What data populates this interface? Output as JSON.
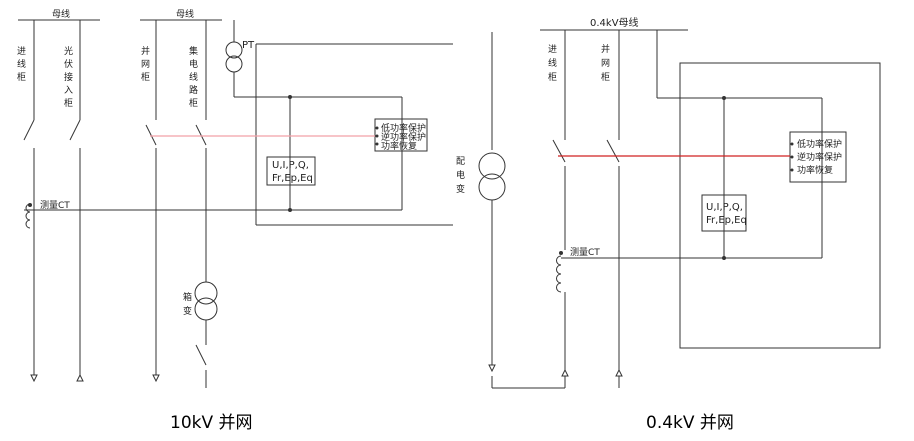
{
  "left": {
    "busbar_label": "母线",
    "busbar_label_2": "母线",
    "cabinets": {
      "incoming": [
        "进",
        "线",
        "柜"
      ],
      "pv": [
        "光",
        "伏",
        "接",
        "入",
        "柜"
      ],
      "grid": [
        "并",
        "网",
        "柜"
      ],
      "collector": [
        "集",
        "电",
        "线",
        "路",
        "柜"
      ]
    },
    "pt_label": "PT",
    "ct_label": "测量CT",
    "measure": [
      "U,I,P,Q,",
      "Fr,Ep,Eq"
    ],
    "protections": [
      "低功率保护",
      "逆功率保护",
      "功率恢复"
    ],
    "box_transformer": [
      "箱",
      "变"
    ],
    "dist_transformer": [
      "配",
      "电",
      "变"
    ],
    "caption": "10kV 并网"
  },
  "right": {
    "busbar_label": "0.4kV母线",
    "cabinets": {
      "incoming": [
        "进",
        "线",
        "柜"
      ],
      "grid": [
        "并",
        "网",
        "柜"
      ]
    },
    "ct_label": "测量CT",
    "measure": [
      "U,I,P,Q,",
      "Fr,Ep,Eq"
    ],
    "protections": [
      "低功率保护",
      "逆功率保护",
      "功率恢复"
    ],
    "caption": "0.4kV 并网"
  },
  "colors": {
    "line": "#333333",
    "trip_left": "#f2a0a8",
    "trip_right": "#d02020"
  }
}
